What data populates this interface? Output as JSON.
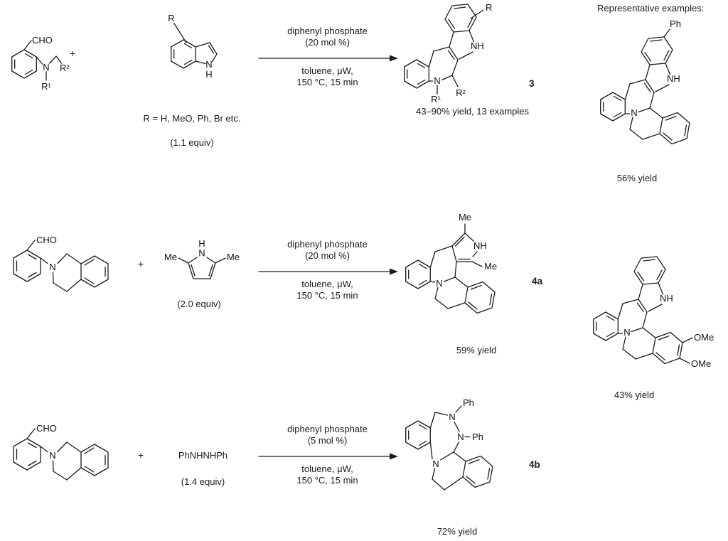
{
  "scheme": {
    "plus": "+",
    "representative_header": "Representative examples:"
  },
  "reaction1": {
    "substrate": {
      "cho": "CHO",
      "n": "N",
      "r1": "R¹",
      "r2": "R²"
    },
    "reactant": {
      "r": "R",
      "n": "N",
      "h": "H"
    },
    "notes": {
      "r_note": "R = H, MeO, Ph, Br etc.",
      "equiv": "(1.1 equiv)"
    },
    "conditions": {
      "line1": "diphenyl phosphate",
      "line2": "(20 mol %)",
      "line3": "toluene, μW,",
      "line4": "150 °C, 15 min"
    },
    "product": {
      "r": "R",
      "nh": "NH",
      "n": "N",
      "r1": "R¹",
      "r2": "R²",
      "label": "3",
      "yield_note": "43–90% yield, 13 examples"
    }
  },
  "reaction2": {
    "substrate": {
      "cho": "CHO",
      "n": "N"
    },
    "reactant": {
      "me_left": "Me",
      "me_right": "Me",
      "n": "N",
      "h": "H"
    },
    "notes": {
      "equiv": "(2.0 equiv)"
    },
    "conditions": {
      "line1": "diphenyl phosphate",
      "line2": "(20 mol %)",
      "line3": "toluene, μW,",
      "line4": "150 °C, 15 min"
    },
    "product": {
      "me_top": "Me",
      "nh": "NH",
      "me_right": "Me",
      "n": "N",
      "label": "4a",
      "yield_note": "59% yield"
    }
  },
  "reaction3": {
    "substrate": {
      "cho": "CHO",
      "n": "N"
    },
    "reactant": {
      "formula": "PhNHNHPh"
    },
    "notes": {
      "equiv": "(1.4 equiv)"
    },
    "conditions": {
      "line1": "diphenyl phosphate",
      "line2": "(5 mol %)",
      "line3": "toluene, μW,",
      "line4": "150 °C, 15 min"
    },
    "product": {
      "ph1": "Ph",
      "n1": "N",
      "n2": "N",
      "ph2": "Ph",
      "n3": "N",
      "label": "4b",
      "yield_note": "72% yield"
    }
  },
  "examples": {
    "example1": {
      "ph": "Ph",
      "nh": "NH",
      "n": "N",
      "yield_note": "56% yield"
    },
    "example2": {
      "nh": "NH",
      "n": "N",
      "ome1": "OMe",
      "ome2": "OMe",
      "yield_note": "43% yield"
    }
  }
}
